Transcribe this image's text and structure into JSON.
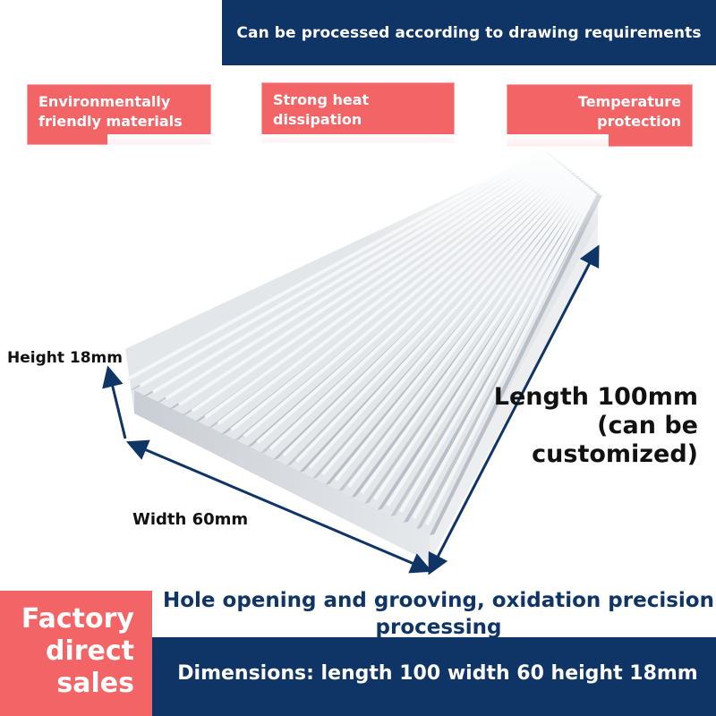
{
  "banner": {
    "text": "Can be processed according to drawing requirements"
  },
  "features": [
    {
      "text": "Environmentally friendly materials"
    },
    {
      "text": "Strong heat dissipation"
    },
    {
      "text": "Temperature protection"
    }
  ],
  "dimensions_labels": {
    "height": "Height 18mm",
    "width": "Width 60mm",
    "length": "Length 100mm (can be customized)"
  },
  "bottom": {
    "factory": "Factory direct sales",
    "processing": "Hole opening and grooving, oxidation precision processing",
    "dimensions": "Dimensions: length 100 width 60 height 18mm"
  },
  "colors": {
    "navy": "#0f3566",
    "coral": "#f26466",
    "aluminum": "#d9dde2"
  }
}
